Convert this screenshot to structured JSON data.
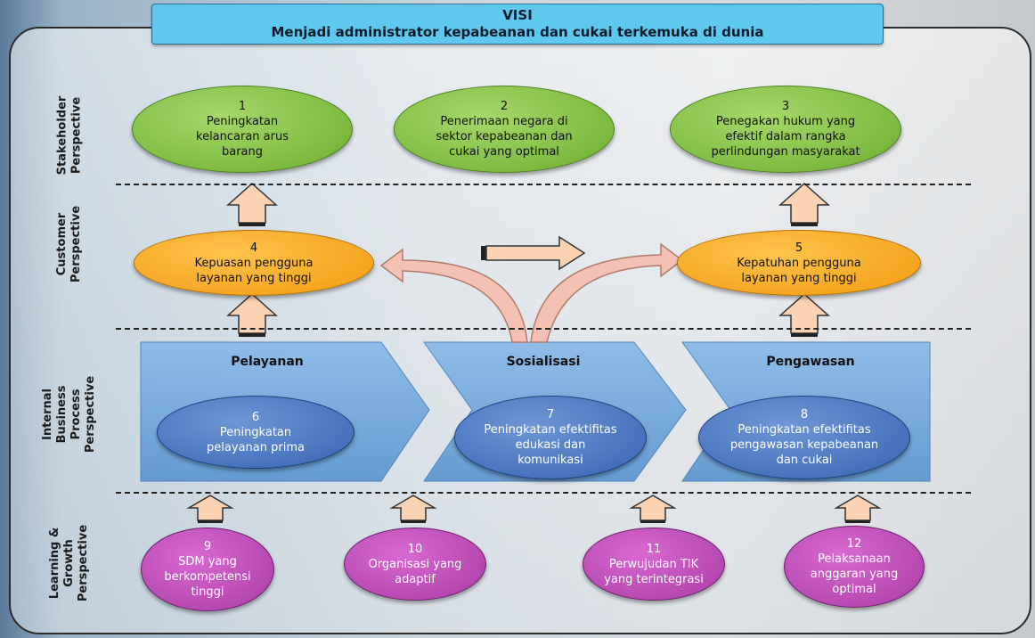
{
  "vision": {
    "title": "VISI",
    "text": "Menjadi administrator kepabeanan dan cukai terkemuka di dunia"
  },
  "perspectives": {
    "stakeholder": "Stakeholder Perspective",
    "customer": "Customer Perspective",
    "internal": "Internal Business Process Perspective",
    "learning": "Learning & Growth Perspective"
  },
  "objectives": {
    "o1": {
      "num": "1",
      "text": "Peningkatan kelancaran arus barang"
    },
    "o2": {
      "num": "2",
      "text": "Penerimaan negara di sektor kepabeanan dan cukai yang optimal"
    },
    "o3": {
      "num": "3",
      "text": "Penegakan hukum yang efektif dalam rangka perlindungan masyarakat"
    },
    "o4": {
      "num": "4",
      "text": "Kepuasan pengguna layanan yang tinggi"
    },
    "o5": {
      "num": "5",
      "text": "Kepatuhan pengguna layanan yang tinggi"
    },
    "o6": {
      "num": "6",
      "text": "Peningkatan pelayanan prima"
    },
    "o7": {
      "num": "7",
      "text": "Peningkatan efektifitas edukasi dan komunikasi"
    },
    "o8": {
      "num": "8",
      "text": "Peningkatan efektifitas pengawasan kepabeanan dan cukai"
    },
    "o9": {
      "num": "9",
      "text": "SDM yang berkompetensi tinggi"
    },
    "o10": {
      "num": "10",
      "text": "Organisasi yang adaptif"
    },
    "o11": {
      "num": "11",
      "text": "Perwujudan TIK yang terintegrasi"
    },
    "o12": {
      "num": "12",
      "text": "Pelaksanaan anggaran yang optimal"
    }
  },
  "processes": {
    "p1": "Pelayanan",
    "p2": "Sosialisasi",
    "p3": "Pengawasan"
  },
  "colors": {
    "vision": "#5ec8ee",
    "stakeholder": "#7cbf3a",
    "customer": "#f7a823",
    "process": "#4a78c2",
    "learning": "#b845b0",
    "chevron": "#6fa8dc",
    "arrow": "#f9c9a8"
  }
}
